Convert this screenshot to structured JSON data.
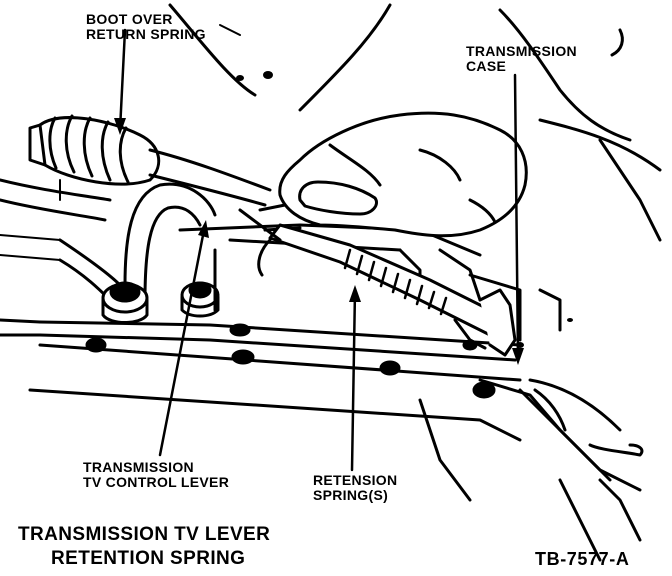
{
  "diagram": {
    "labels": {
      "boot_over_return_spring": [
        "BOOT OVER",
        "RETURN SPRING"
      ],
      "transmission_case": [
        "TRANSMISSION",
        "CASE"
      ],
      "tv_control_lever": [
        "TRANSMISSION",
        "TV CONTROL LEVER"
      ],
      "retention_springs": [
        "RETENSION",
        "SPRING(S)"
      ]
    },
    "caption": [
      "TRANSMISSION TV LEVER",
      "RETENTION SPRING"
    ],
    "figure_code": "TB-7577-A"
  }
}
